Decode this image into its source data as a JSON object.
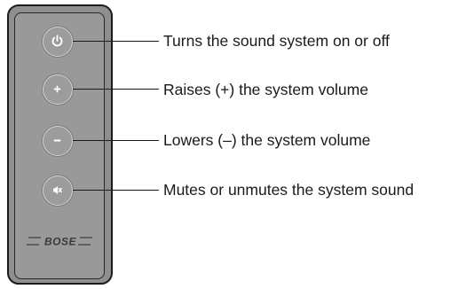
{
  "remote": {
    "logo_text": "BOSE",
    "buttons": [
      {
        "icon": "power-icon",
        "label": "Turns the sound system on or off"
      },
      {
        "icon": "plus-icon",
        "label": "Raises (+) the system volume"
      },
      {
        "icon": "minus-icon",
        "label": "Lowers (–) the system volume"
      },
      {
        "icon": "mute-icon",
        "label": "Mutes or unmutes the system sound"
      }
    ]
  },
  "colors": {
    "remote_body": "#999999",
    "remote_outline": "#1c1c1c",
    "button_ring": "#d5d5d5",
    "icon": "#ffffff",
    "text": "#1a1a1a"
  }
}
